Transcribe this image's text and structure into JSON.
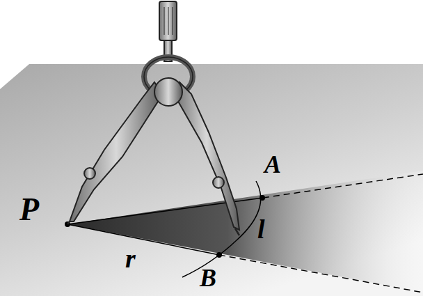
{
  "diagram": {
    "labels": [
      "A",
      "P",
      "l",
      "r",
      "B"
    ]
  }
}
